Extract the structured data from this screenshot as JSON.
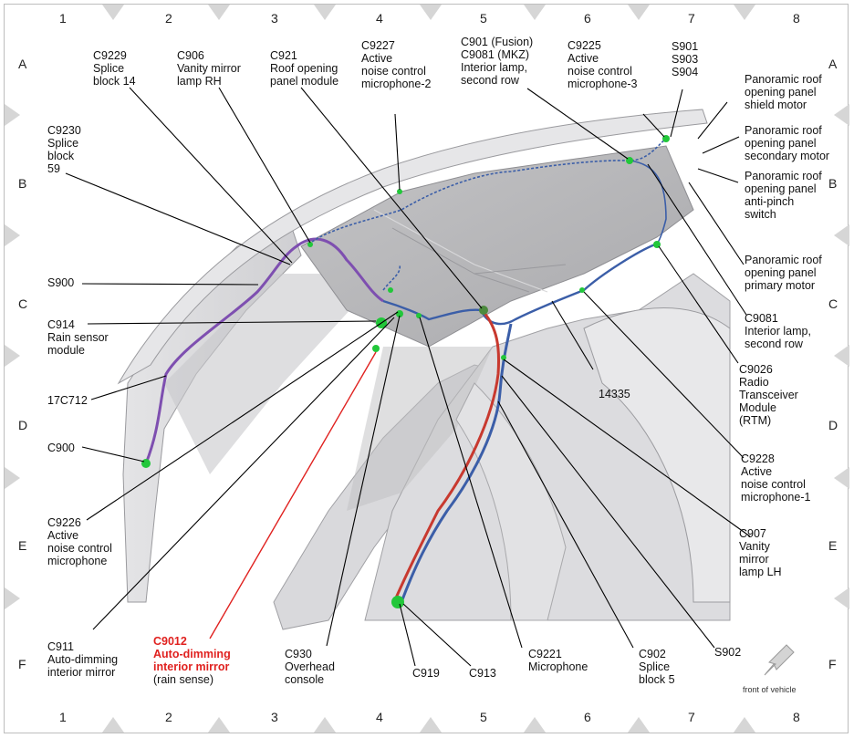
{
  "columns": [
    "1",
    "2",
    "3",
    "4",
    "5",
    "6",
    "7",
    "8"
  ],
  "rows": [
    "A",
    "B",
    "C",
    "D",
    "E",
    "F"
  ],
  "front_of_vehicle": "front of vehicle",
  "labels": {
    "c9229": [
      "C9229",
      "Splice",
      "block 14"
    ],
    "c906": [
      "C906",
      "Vanity mirror",
      "lamp RH"
    ],
    "c921": [
      "C921",
      "Roof opening",
      "panel module"
    ],
    "c9227": [
      "C9227",
      "Active",
      "noise control",
      "microphone-2"
    ],
    "c901": [
      "C901 (Fusion)",
      "C9081 (MKZ)",
      "Interior lamp,",
      "second row"
    ],
    "c9225": [
      "C9225",
      "Active",
      "noise control",
      "microphone-3"
    ],
    "s901": [
      "S901",
      "S903",
      "S904"
    ],
    "shield": [
      "Panoramic roof",
      "opening panel",
      "shield motor"
    ],
    "secondary": [
      "Panoramic roof",
      "opening panel",
      "secondary motor"
    ],
    "antipinch": [
      "Panoramic roof",
      "opening panel",
      "anti-pinch",
      "switch"
    ],
    "primary": [
      "Panoramic roof",
      "opening panel",
      "primary motor"
    ],
    "c9230": [
      "C9230",
      "Splice",
      "block",
      "59"
    ],
    "s900": [
      "S900"
    ],
    "c914": [
      "C914",
      "Rain sensor",
      "module"
    ],
    "c17c712": [
      "17C712"
    ],
    "c900": [
      "C900"
    ],
    "c9226": [
      "C9226",
      "Active",
      "noise control",
      "microphone"
    ],
    "c911": [
      "C911",
      "Auto-dimming",
      "interior mirror"
    ],
    "c9012_title": [
      "C9012",
      "Auto-dimming",
      "interior mirror"
    ],
    "c9012_sub": "(rain sense)",
    "c930": [
      "C930",
      "Overhead",
      "console"
    ],
    "c919": [
      "C919"
    ],
    "c913": [
      "C913"
    ],
    "c9221": [
      "C9221",
      "Microphone"
    ],
    "c902": [
      "C902",
      "Splice",
      "block 5"
    ],
    "s902": [
      "S902"
    ],
    "c907": [
      "C907",
      "Vanity",
      "mirror",
      "lamp LH"
    ],
    "c9228": [
      "C9228",
      "Active",
      "noise control",
      "microphone-1"
    ],
    "c9026": [
      "C9026",
      "Radio",
      "Transceiver",
      "Module",
      "(RTM)"
    ],
    "c9081": [
      "C9081",
      "Interior lamp,",
      "second row"
    ],
    "n14335": [
      "14335"
    ]
  },
  "colors": {
    "harness_blue": "#3b5ea8",
    "harness_purple": "#7e4fb0",
    "harness_red": "#c8392f",
    "connector_green": "#22c73a",
    "callout_red": "#e0211f",
    "frame_gray": "#d3d3d3"
  }
}
